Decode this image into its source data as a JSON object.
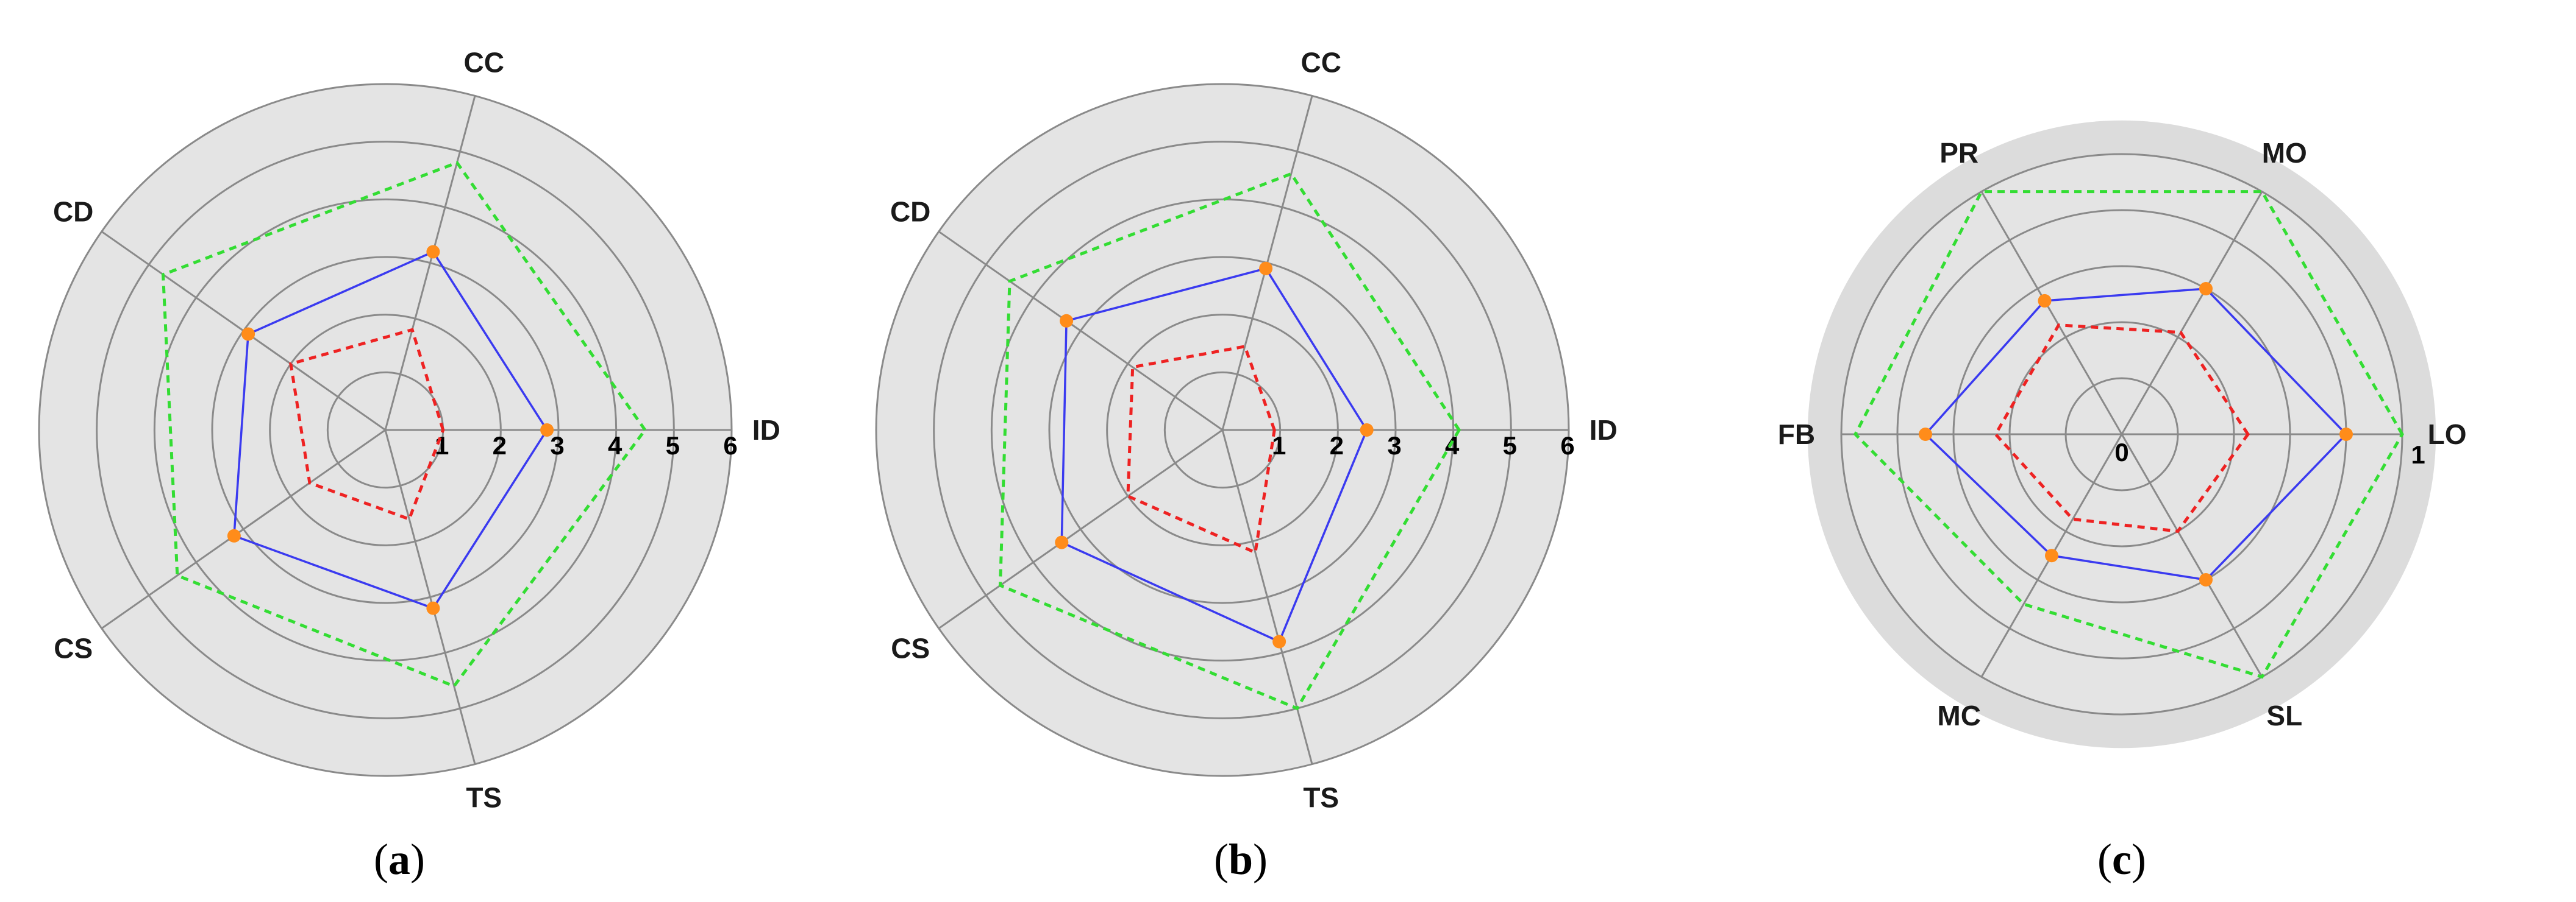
{
  "colors": {
    "disc_fill": "#e4e4e4",
    "outer_disc_fill": "#dcdcdc",
    "ring_stroke": "#8a8a8a",
    "blue_series": "#3a3af0",
    "green_series": "#33dd33",
    "red_series": "#ee2222",
    "marker": "#ff8c1a"
  },
  "chart_data": [
    {
      "type": "radar",
      "caption": "(a)",
      "caption_letter": "a",
      "axes": [
        "ID",
        "CC",
        "CD",
        "CS",
        "TS"
      ],
      "axis_angles_deg": [
        0,
        75,
        145,
        215,
        285
      ],
      "rmax": 6,
      "rings": [
        1,
        2,
        3,
        4,
        5,
        6
      ],
      "ticks": [
        "1",
        "2",
        "3",
        "4",
        "5",
        "6"
      ],
      "series": [
        {
          "color_key": "green_series",
          "dash": true,
          "markers": false,
          "values": [
            4.5,
            4.8,
            4.7,
            4.4,
            4.6
          ]
        },
        {
          "color_key": "blue_series",
          "dash": false,
          "markers": true,
          "values": [
            2.8,
            3.2,
            2.9,
            3.2,
            3.2
          ]
        },
        {
          "color_key": "red_series",
          "dash": true,
          "markers": false,
          "values": [
            1.0,
            1.8,
            2.0,
            1.6,
            1.6
          ]
        }
      ]
    },
    {
      "type": "radar",
      "caption": "(b)",
      "caption_letter": "b",
      "axes": [
        "ID",
        "CC",
        "CD",
        "CS",
        "TS"
      ],
      "axis_angles_deg": [
        0,
        75,
        145,
        215,
        285
      ],
      "rmax": 6,
      "rings": [
        1,
        2,
        3,
        4,
        5,
        6
      ],
      "ticks": [
        "1",
        "2",
        "3",
        "4",
        "5",
        "6"
      ],
      "series": [
        {
          "color_key": "green_series",
          "dash": true,
          "markers": false,
          "values": [
            4.1,
            4.6,
            4.5,
            4.7,
            5.0
          ]
        },
        {
          "color_key": "blue_series",
          "dash": false,
          "markers": true,
          "values": [
            2.5,
            2.9,
            3.3,
            3.4,
            3.8
          ]
        },
        {
          "color_key": "red_series",
          "dash": true,
          "markers": false,
          "values": [
            0.9,
            1.5,
            1.9,
            2.0,
            2.2
          ]
        }
      ]
    },
    {
      "type": "radar",
      "caption": "(c)",
      "caption_letter": "c",
      "axes": [
        "LO",
        "MO",
        "PR",
        "FB",
        "MC",
        "SL"
      ],
      "axis_angles_deg": [
        0,
        60,
        120,
        180,
        240,
        300
      ],
      "rmax": 1,
      "rings": [
        0.2,
        0.4,
        0.6,
        0.8,
        1.0
      ],
      "outer_disc": 1.12,
      "ticks": [
        "0",
        "1"
      ],
      "series": [
        {
          "color_key": "green_series",
          "dash": true,
          "markers": false,
          "values": [
            1.0,
            1.0,
            1.0,
            0.95,
            0.7,
            1.0
          ]
        },
        {
          "color_key": "blue_series",
          "dash": false,
          "markers": true,
          "values": [
            0.8,
            0.6,
            0.55,
            0.7,
            0.5,
            0.6
          ]
        },
        {
          "color_key": "red_series",
          "dash": true,
          "markers": false,
          "values": [
            0.45,
            0.42,
            0.45,
            0.45,
            0.35,
            0.4
          ]
        }
      ]
    }
  ]
}
